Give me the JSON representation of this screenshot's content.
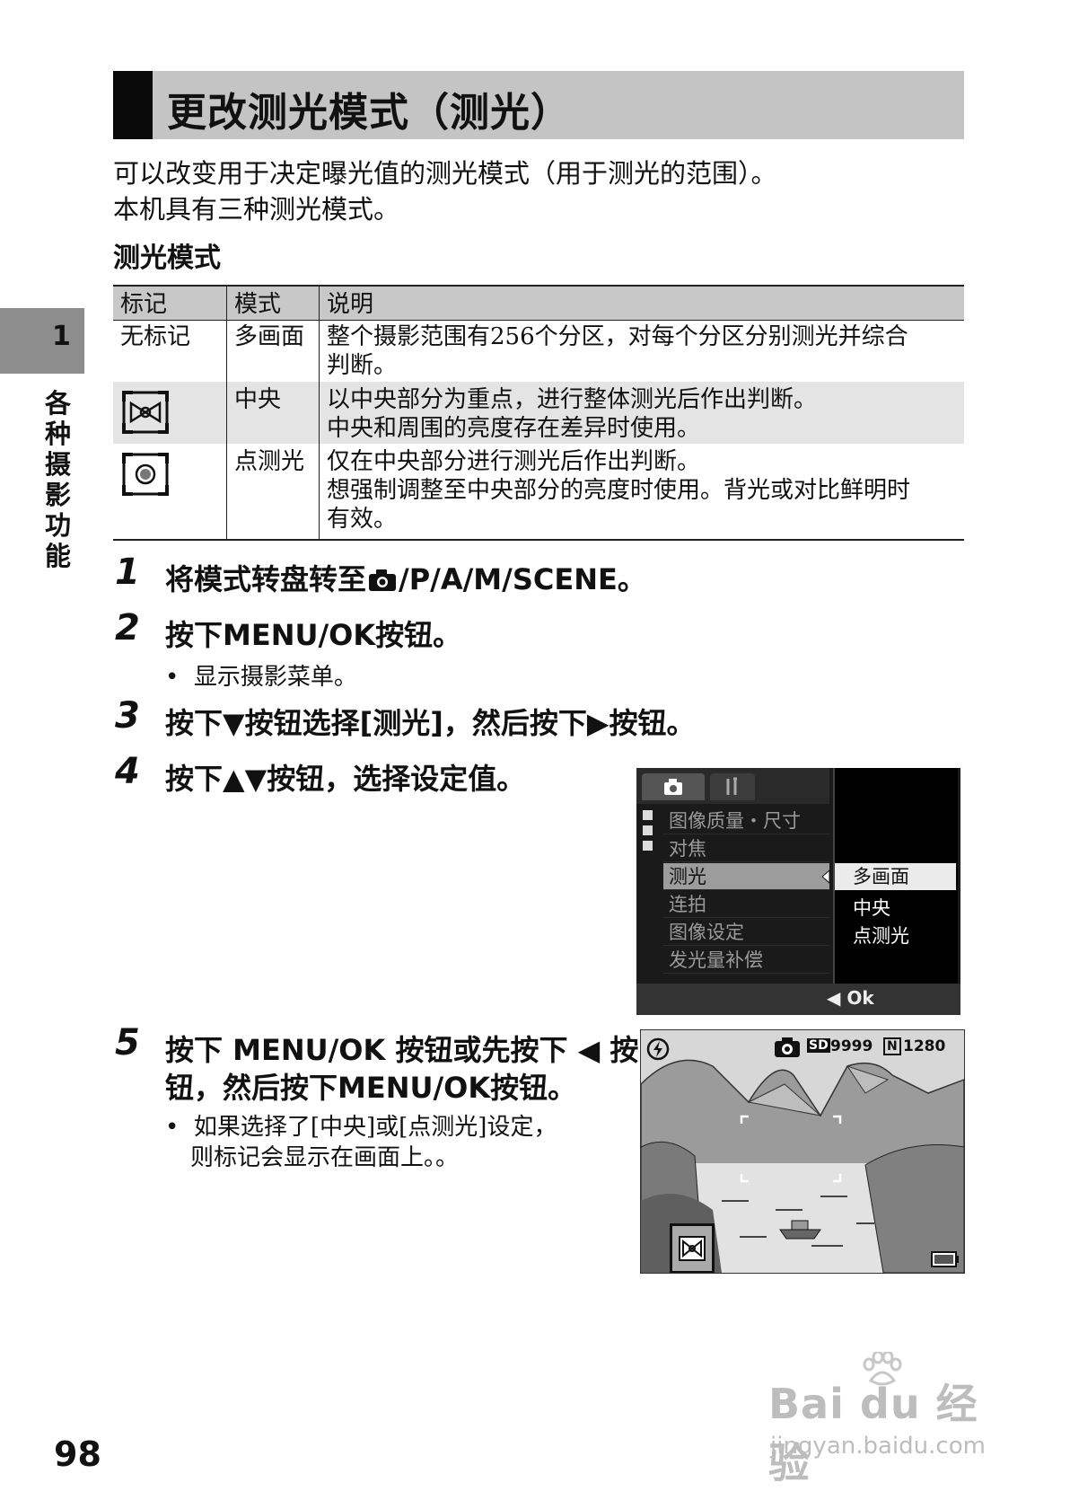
{
  "title": "更改测光模式（测光）",
  "intro": {
    "line1": "可以改变用于决定曝光值的测光模式（用于测光的范围）。",
    "line2": "本机具有三种测光模式。"
  },
  "section_heading": "测光模式",
  "side": {
    "chapter_number": "1",
    "chapter_title": "各种摄影功能"
  },
  "table": {
    "headers": [
      "标记",
      "模式",
      "说明"
    ],
    "rows": [
      {
        "mark": "无标记",
        "mode": "多画面",
        "desc": [
          "整个摄影范围有256个分区，对每个分区分别测光并综合",
          "判断。"
        ]
      },
      {
        "mark_icon": "center-weighted-metering-icon",
        "mode": "中央",
        "desc": [
          "以中央部分为重点，进行整体测光后作出判断。",
          "中央和周围的亮度存在差异时使用。"
        ]
      },
      {
        "mark_icon": "spot-metering-icon",
        "mode": "点测光",
        "desc": [
          "仅在中央部分进行测光后作出判断。",
          "想强制调整至中央部分的亮度时使用。背光或对比鲜明时",
          "有效。"
        ]
      }
    ]
  },
  "steps": [
    {
      "num": "1",
      "pre": "将模式转盘转至",
      "icon": "camera-icon",
      "post": "/P/A/M/SCENE。"
    },
    {
      "num": "2",
      "text": "按下MENU/OK按钮。",
      "bullet": "显示摄影菜单。"
    },
    {
      "num": "3",
      "text": "按下▼按钮选择[测光]，然后按下▶按钮。"
    },
    {
      "num": "4",
      "text": "按下▲▼按钮，选择设定值。"
    },
    {
      "num": "5",
      "line1": "按下 MENU/OK 按钮或先按下 ◀ 按",
      "line2": "钮，然后按下MENU/OK按钮。",
      "bullet1": "如果选择了[中央]或[点测光]设定，",
      "bullet2": "则标记会显示在画面上。。"
    }
  ],
  "menu_screen": {
    "items": [
      "图像质量・尺寸",
      "对焦",
      "测光",
      "连拍",
      "图像设定",
      "发光量补偿"
    ],
    "selected_item": "测光",
    "options": [
      "多画面",
      "中央",
      "点测光"
    ],
    "selected_option": "多画面",
    "ok_label": "◀ Ok"
  },
  "camera_screen": {
    "sd_label": "SD",
    "shots_remaining": "9999",
    "quality_badge": "N",
    "image_size": "1280"
  },
  "page_number": "98",
  "watermark": {
    "brand": "Bai du 经验",
    "url": "jingyan.baidu.com"
  }
}
